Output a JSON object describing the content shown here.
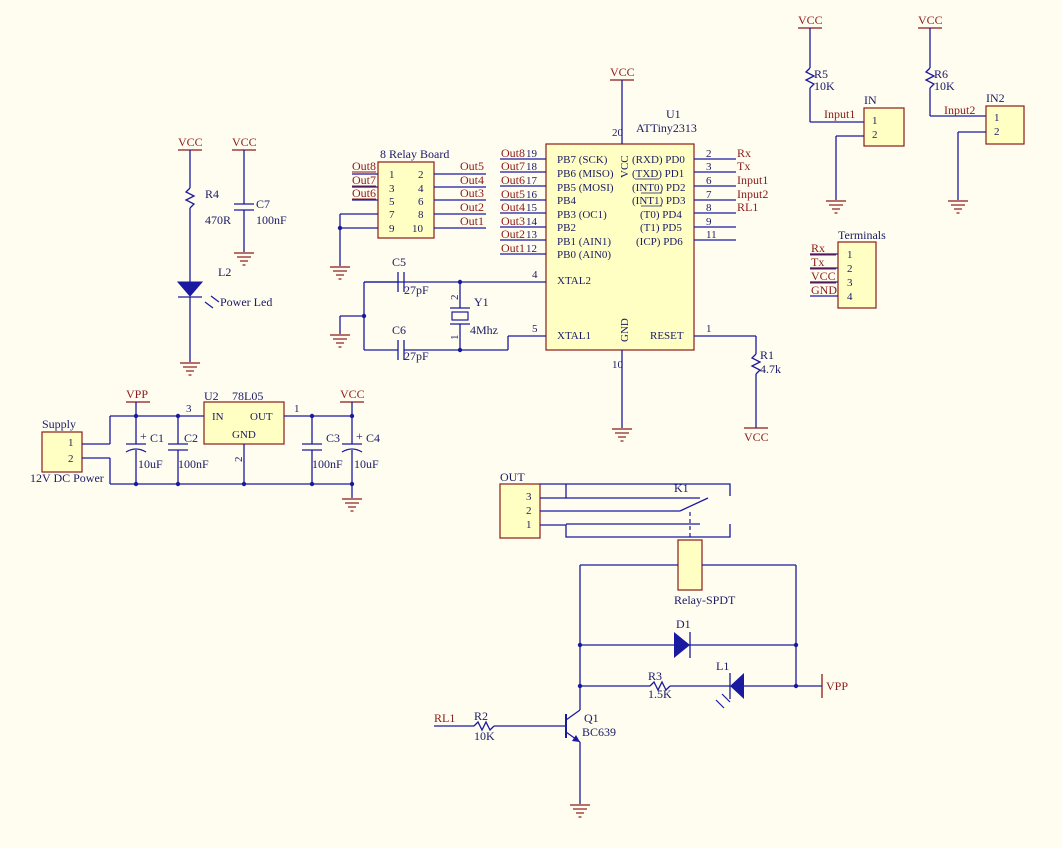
{
  "schematic": {
    "power_nets": {
      "vcc": "VCC",
      "vpp": "VPP"
    },
    "u1": {
      "ref": "U1",
      "part": "ATTiny2313",
      "left_pins": [
        "PB7 (SCK)",
        "PB6 (MISO)",
        "PB5 (MOSI)",
        "PB4",
        "PB3 (OC1)",
        "PB2",
        "PB1 (AIN1)",
        "PB0 (AIN0)"
      ],
      "right_pins": [
        "(RXD) PD0",
        "(TXD) PD1",
        "(INT0) PD2",
        "(INT1) PD3",
        "(T0) PD4",
        "(T1) PD5",
        "(ICP) PD6"
      ],
      "xtal2": "XTAL2",
      "xtal1": "XTAL1",
      "reset": "RESET",
      "vcc": "VCC",
      "gnd": "GND",
      "pin_numbers": {
        "vcc": "20",
        "gnd": "10",
        "xtal2": "4",
        "xtal1": "5",
        "reset": "1"
      },
      "right_pin_numbers": [
        "2",
        "3",
        "6",
        "7",
        "8",
        "9",
        "11"
      ],
      "left_nets": [
        "Out8",
        "Out7",
        "Out6",
        "Out5",
        "Out4",
        "Out3",
        "Out2",
        "Out1"
      ],
      "left_pin_numbers": [
        "19",
        "18",
        "17",
        "16",
        "15",
        "14",
        "13",
        "12"
      ],
      "right_nets": [
        "Rx",
        "Tx",
        "Input1",
        "Input2",
        "RL1"
      ]
    },
    "relay_board": {
      "title": "8 Relay Board",
      "pins_left": [
        "1",
        "3",
        "5",
        "7",
        "9"
      ],
      "pins_right": [
        "2",
        "4",
        "6",
        "8",
        "10"
      ],
      "nets_left": [
        "Out8",
        "Out7",
        "Out6"
      ],
      "nets_right": [
        "Out5",
        "Out4",
        "Out3",
        "Out2",
        "Out1"
      ]
    },
    "crystal": {
      "c5": "C5",
      "c5_val": "27pF",
      "c6": "C6",
      "c6_val": "27pF",
      "y1": "Y1",
      "y1_val": "4Mhz",
      "pin2": "2",
      "pin1": "1"
    },
    "r1": {
      "ref": "R1",
      "val": "4.7k"
    },
    "power_led": {
      "r4": "R4",
      "r4_val": "470R",
      "c7": "C7",
      "c7_val": "100nF",
      "l2": "L2",
      "label": "Power Led"
    },
    "regulator": {
      "supply_title": "Supply",
      "supply_pins": [
        "1",
        "2"
      ],
      "supply_desc": "12V DC Power",
      "u2": "U2",
      "u2_part": "78L05",
      "in": "IN",
      "out": "OUT",
      "gnd": "GND",
      "pin_in": "3",
      "pin_out": "1",
      "pin_gnd": "2",
      "c1": "C1",
      "c1_val": "10uF",
      "c2": "C2",
      "c2_val": "100nF",
      "c3": "C3",
      "c3_val": "100nF",
      "c4": "C4",
      "c4_val": "10uF",
      "plus": "+"
    },
    "inputs": {
      "r5": "R5",
      "r5_val": "10K",
      "in1_title": "IN",
      "in1_net": "Input1",
      "in1_pins": [
        "1",
        "2"
      ],
      "r6": "R6",
      "r6_val": "10K",
      "in2_title": "IN2",
      "in2_net": "Input2",
      "in2_pins": [
        "1",
        "2"
      ]
    },
    "terminals": {
      "title": "Terminals",
      "nets": [
        "Rx",
        "Tx",
        "VCC",
        "GND"
      ],
      "pins": [
        "1",
        "2",
        "3",
        "4"
      ]
    },
    "relay": {
      "out_title": "OUT",
      "out_pins": [
        "3",
        "2",
        "1"
      ],
      "k1": "K1",
      "k1_part": "Relay-SPDT",
      "d1": "D1",
      "r3": "R3",
      "r3_val": "1.5K",
      "l1": "L1",
      "rl1": "RL1",
      "r2": "R2",
      "r2_val": "10K",
      "q1": "Q1",
      "q1_part": "BC639"
    }
  }
}
